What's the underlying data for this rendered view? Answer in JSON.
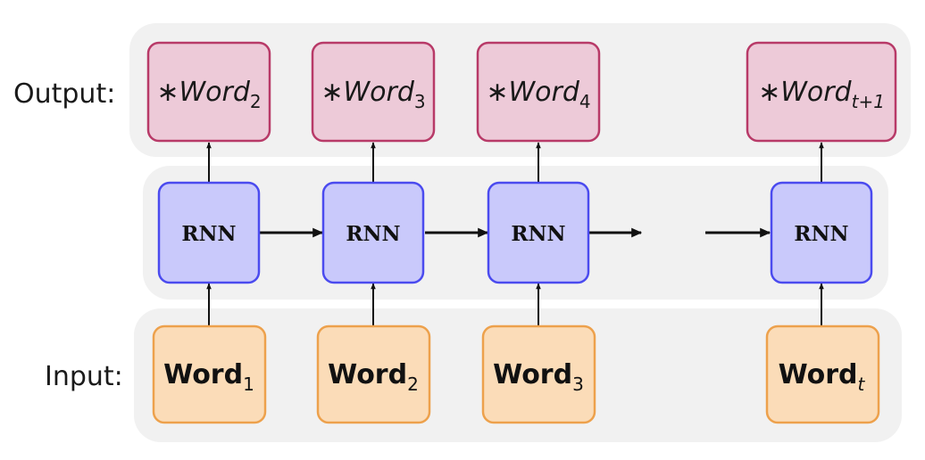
{
  "labels": {
    "output": "Output:",
    "input": "Input:"
  },
  "rnn_label": "RNN",
  "outputs": [
    {
      "prefix": "∗",
      "word": "Word",
      "sub": "2"
    },
    {
      "prefix": "∗",
      "word": "Word",
      "sub": "3"
    },
    {
      "prefix": "∗",
      "word": "Word",
      "sub": "4"
    },
    {
      "prefix": "∗",
      "word": "Word",
      "sub": "t+1"
    }
  ],
  "inputs": [
    {
      "word": "Word",
      "sub": "1"
    },
    {
      "word": "Word",
      "sub": "2"
    },
    {
      "word": "Word",
      "sub": "3"
    },
    {
      "word": "Word",
      "sub": "t"
    }
  ],
  "colors": {
    "band": "#f1f1f1",
    "output_fill": "#edcad8",
    "output_stroke": "#b83a68",
    "rnn_fill": "#c9c9fb",
    "rnn_stroke": "#4b4bef",
    "input_fill": "#fbdcb8",
    "input_stroke": "#eda14c",
    "arrow": "#111111"
  }
}
